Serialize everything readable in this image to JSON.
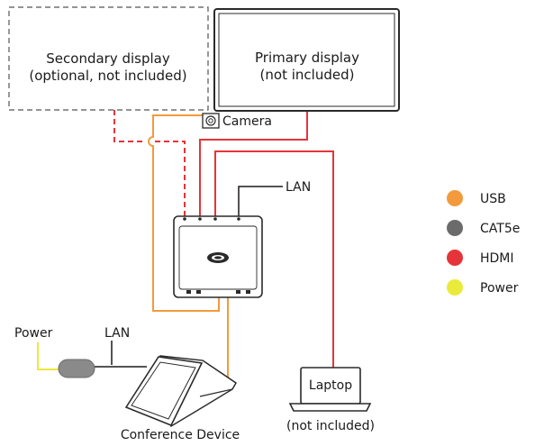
{
  "labels": {
    "secondary_display_line1": "Secondary display",
    "secondary_display_line2": "(optional, not included)",
    "primary_display_line1": "Primary display",
    "primary_display_line2": "(not included)",
    "camera": "Camera",
    "lan_top": "LAN",
    "power": "Power",
    "lan_bottom": "LAN",
    "conference_device": "Conference Device",
    "laptop": "Laptop",
    "laptop_note": "(not included)"
  },
  "legend": [
    {
      "label": "USB",
      "color": "#f39a3d"
    },
    {
      "label": "CAT5e",
      "color": "#6b6b6b"
    },
    {
      "label": "HDMI",
      "color": "#e5343a"
    },
    {
      "label": "Power",
      "color": "#eaea3a"
    }
  ],
  "colors": {
    "usb": "#f39a3d",
    "cat5e": "#6b6b6b",
    "hdmi": "#e5343a",
    "power": "#eaea3a",
    "device_stroke": "#2a2a2a"
  }
}
